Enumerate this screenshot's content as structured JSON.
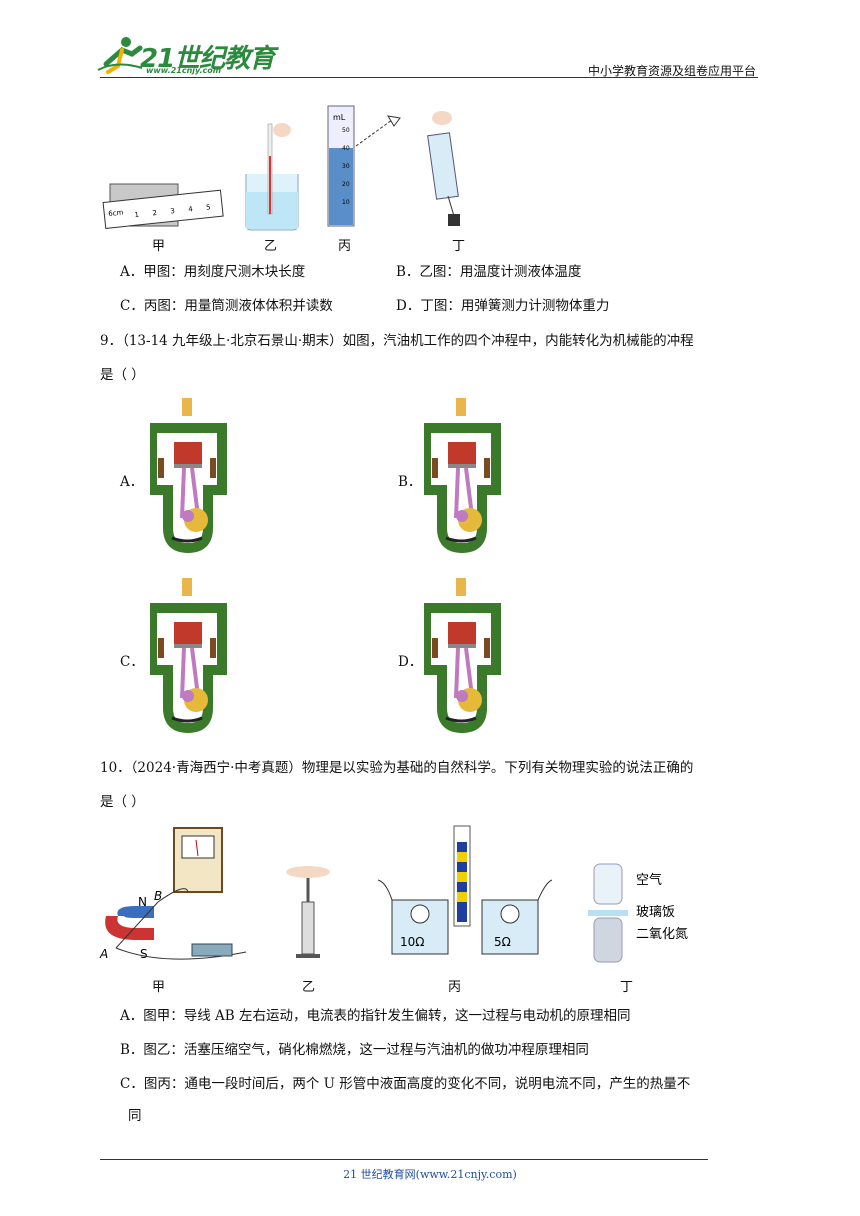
{
  "header": {
    "logo_text": "21世纪教育",
    "logo_url": "www.21cnjy.com",
    "right_text": "中小学教育资源及组卷应用平台"
  },
  "q8": {
    "fig_labels": [
      "甲",
      "乙",
      "丙",
      "丁"
    ],
    "ruler_unit": "6cm",
    "ruler_ticks": [
      "1",
      "2",
      "3",
      "4",
      "5"
    ],
    "cylinder_unit": "mL",
    "cylinder_ticks": [
      "50",
      "40",
      "30",
      "20",
      "10"
    ],
    "options": {
      "A": "A．甲图：用刻度尺测木块长度",
      "B": "B．乙图：用温度计测液体温度",
      "C": "C．丙图：用量筒测液体体积并读数",
      "D": "D．丁图：用弹簧测力计测物体重力"
    }
  },
  "q9": {
    "stem_line1": "9．（13-14 九年级上·北京石景山·期末）如图，汽油机工作的四个冲程中，内能转化为机械能的冲程",
    "stem_line2": "是（    ）",
    "labels": [
      "A．",
      "B．",
      "C．",
      "D．"
    ]
  },
  "q10": {
    "stem_line1": "10．（2024·青海西宁·中考真题）物理是以实验为基础的自然科学。下列有关物理实验的说法正确的",
    "stem_line2": "是（    ）",
    "fig_labels": [
      "甲",
      "乙",
      "丙",
      "丁"
    ],
    "magnet_labels": {
      "N": "N",
      "S": "S",
      "A": "A",
      "B": "B"
    },
    "resistors": [
      "10Ω",
      "5Ω"
    ],
    "gas_labels": [
      "空气",
      "玻璃饭",
      "二氧化氮"
    ],
    "options": {
      "A": "A．图甲：导线 AB 左右运动，电流表的指针发生偏转，这一过程与电动机的原理相同",
      "B": "B．图乙：活塞压缩空气，硝化棉燃烧，这一过程与汽油机的做功冲程原理相同",
      "C1": "C．图丙：通电一段时间后，两个 U 形管中液面高度的变化不同，说明电流不同，产生的热量不",
      "C2": "同"
    }
  },
  "footer": "21 世纪教育网(www.21cnjy.com)"
}
